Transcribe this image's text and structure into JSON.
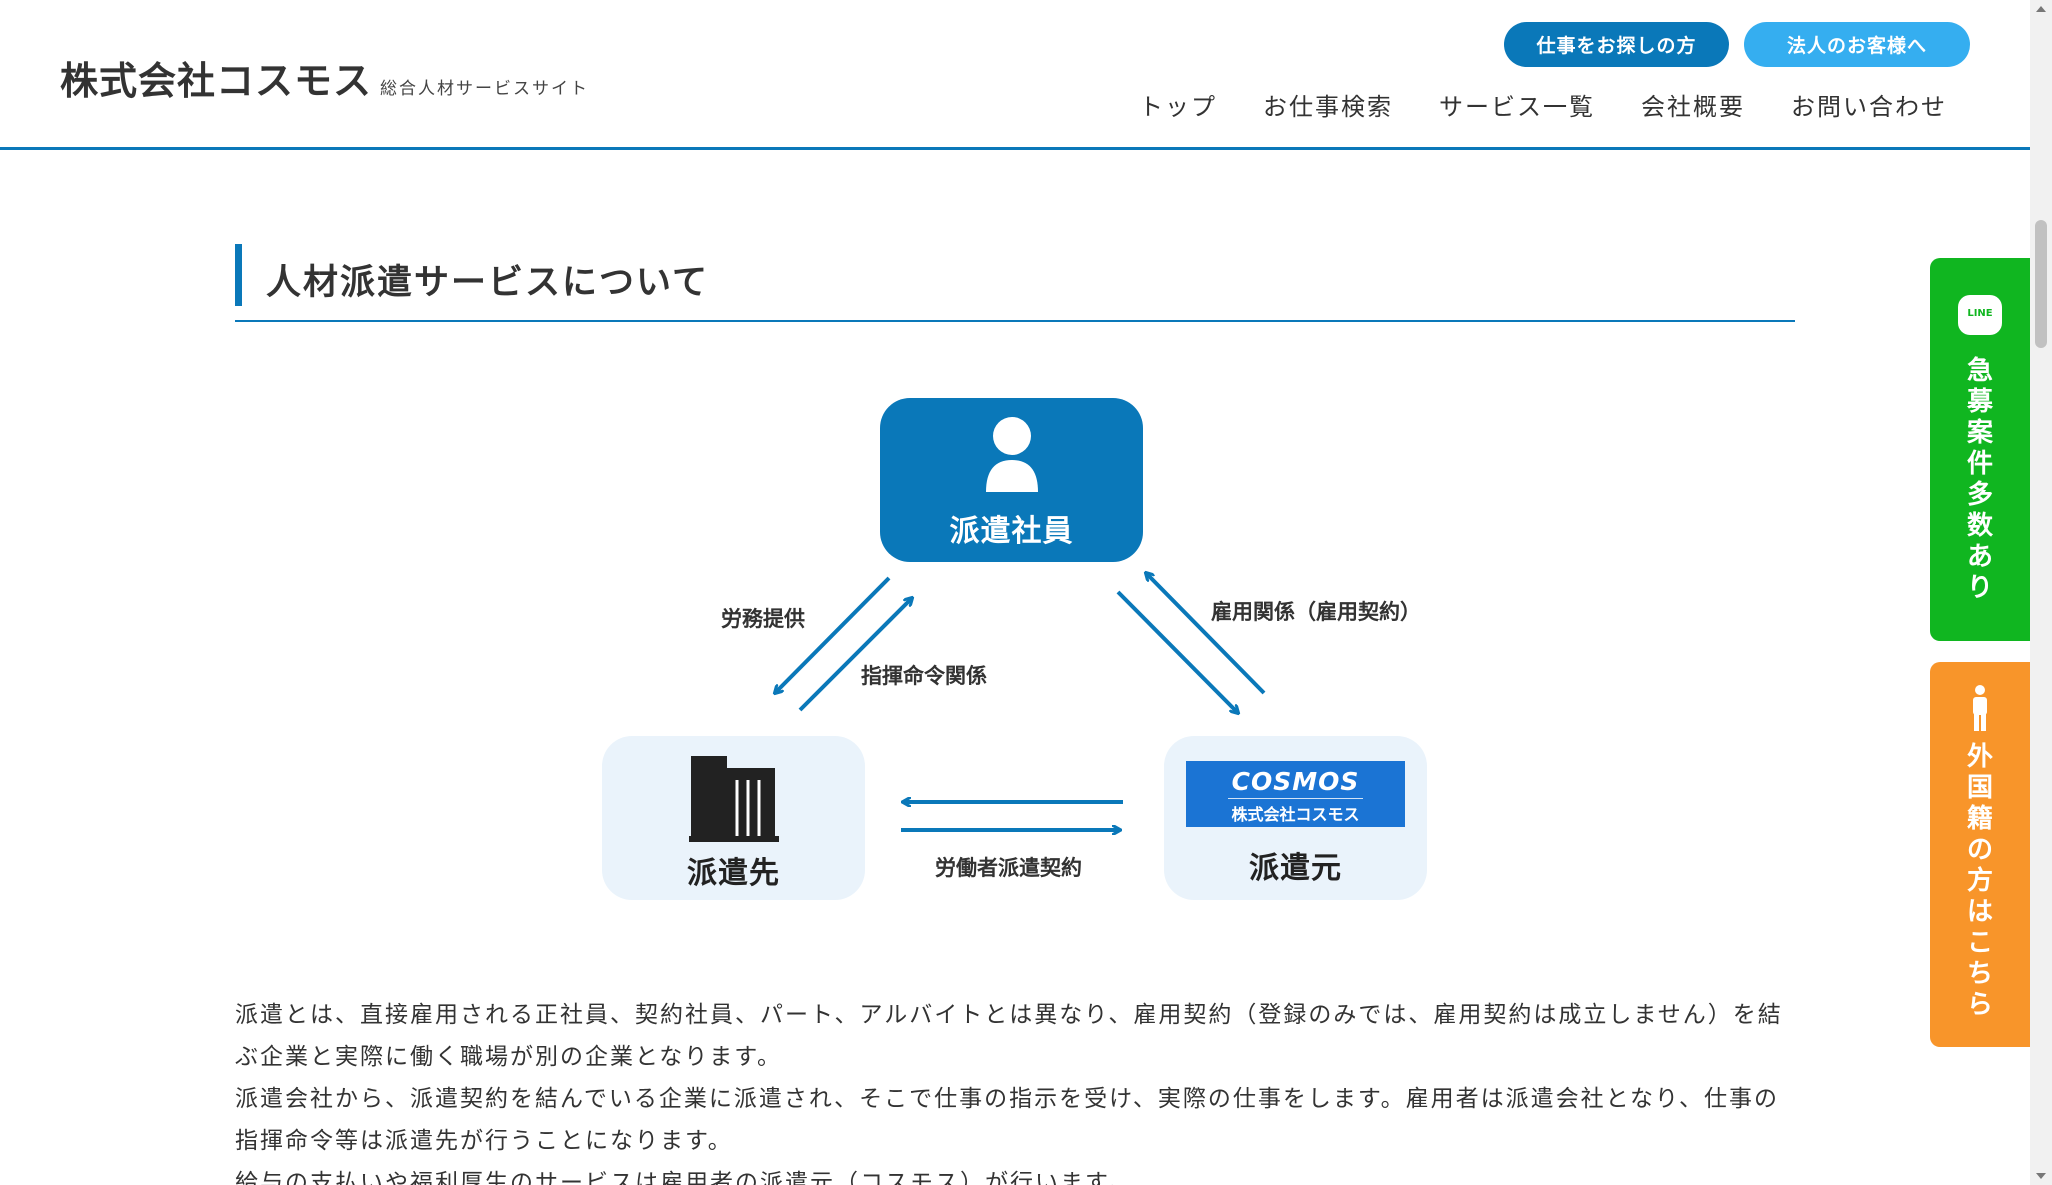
{
  "header": {
    "logo_main": "株式会社コスモス",
    "logo_sub": "総合人材サービスサイト",
    "btn_job_seekers": "仕事をお探しの方",
    "btn_corporate": "法人のお客様へ",
    "nav": [
      {
        "label": "トップ"
      },
      {
        "label": "お仕事検索"
      },
      {
        "label": "サービス一覧"
      },
      {
        "label": "会社概要"
      },
      {
        "label": "お問い合わせ"
      }
    ]
  },
  "section": {
    "title": "人材派遣サービスについて"
  },
  "diagram": {
    "staff_label": "派遣社員",
    "client_label": "派遣先",
    "dispatcher_label": "派遣元",
    "cosmos_logo_en": "COSMOS",
    "cosmos_logo_jp": "株式会社コスモス",
    "labor_provision": "労務提供",
    "command_relation": "指揮命令関係",
    "employment_relation": "雇用関係（雇用契約）",
    "dispatch_contract": "労働者派遣契約",
    "colors": {
      "primary": "#0a78b9",
      "light_box": "#eaf3fb",
      "cosmos_blue": "#1b74d4"
    }
  },
  "body": {
    "paragraphs": [
      "派遣とは、直接雇用される正社員、契約社員、パート、アルバイトとは異なり、雇用契約（登録のみでは、雇用契約は成立しません）を結ぶ企業と実際に働く職場が別の企業となります。",
      "派遣会社から、派遣契約を結んでいる企業に派遣され、そこで仕事の指示を受け、実際の仕事をします。雇用者は派遣会社となり、仕事の指揮命令等は派遣先が行うことになります。",
      "給与の支払いや福利厚生のサービスは雇用者の派遣元（コスモス）が行います。"
    ]
  },
  "side": {
    "line_icon_text": "LINE",
    "line_tab": "急募案件多数あり",
    "foreign_tab": "外国籍の方はこちら",
    "line_color": "#10b620",
    "foreign_color": "#f8952a"
  }
}
